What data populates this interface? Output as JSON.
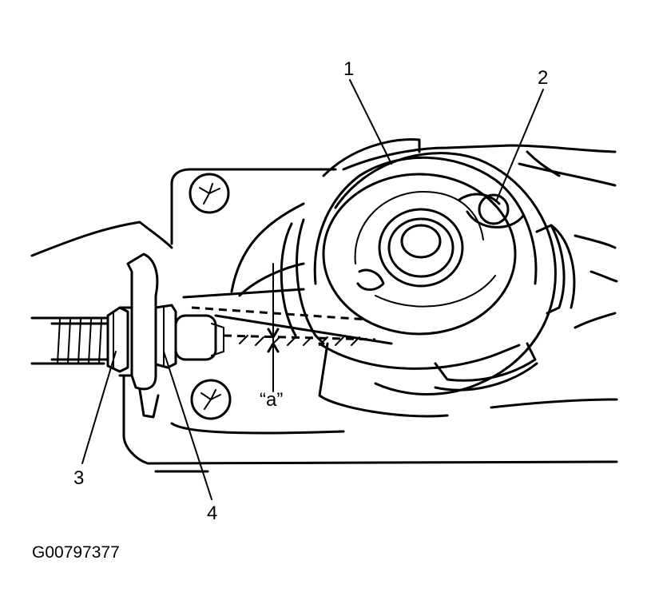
{
  "labels": {
    "part1": "1",
    "part2": "2",
    "part3": "3",
    "part4": "4",
    "dimension": "“a”"
  },
  "figure_code": "G00797377"
}
